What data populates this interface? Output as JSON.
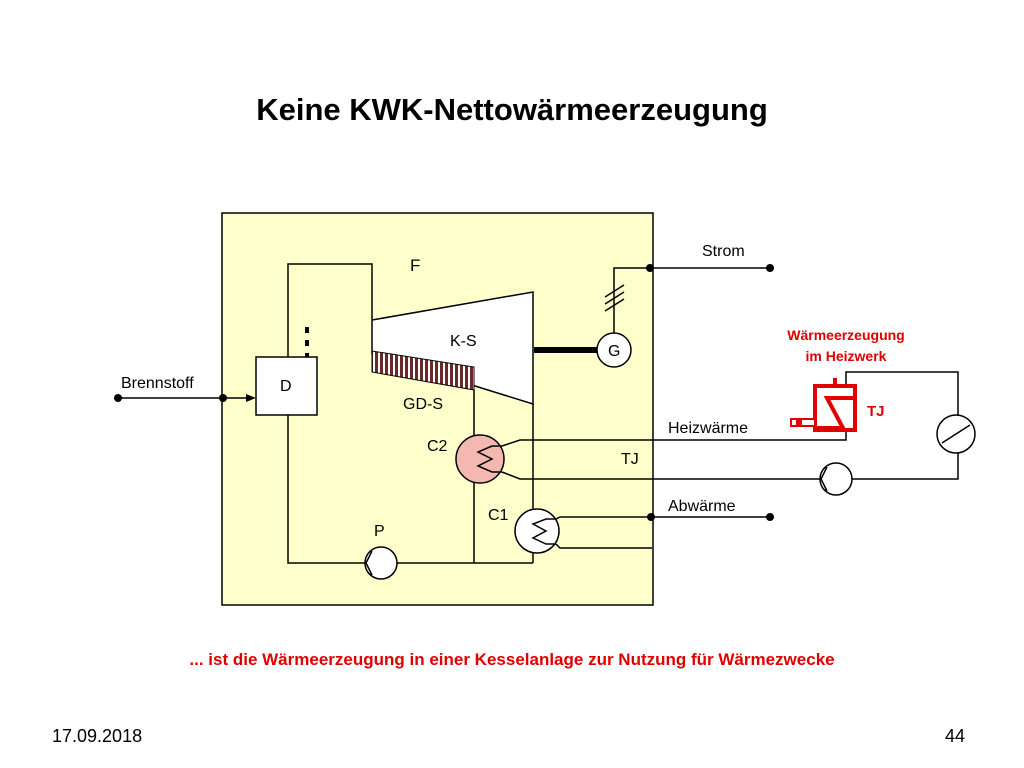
{
  "slide": {
    "title": "Keine KWK-Nettowärmeerzeugung",
    "note": "... ist  die Wärmeerzeugung in einer Kesselanlage zur Nutzung für Wärmezwecke",
    "date": "17.09.2018",
    "page_number": "44"
  },
  "diagram": {
    "labels": {
      "F": "F",
      "KS": "K-S",
      "GDS": "GD-S",
      "G": "G",
      "D": "D",
      "C2": "C2",
      "C1": "C1",
      "P": "P",
      "TJ_main": "TJ",
      "TJ_boiler": "TJ",
      "Brennstoff": "Brennstoff",
      "Strom": "Strom",
      "Heizwaerme": "Heizwärme",
      "Abwaerme": "Abwärme",
      "heizwerk_line1": "Wärmeerzeugung",
      "heizwerk_line2": "im Heizwerk"
    },
    "colors": {
      "plant_bg": "#ffffcc",
      "heater": "#e00000",
      "exchanger_fill": "#f4b8b0",
      "line": "#000000"
    }
  }
}
